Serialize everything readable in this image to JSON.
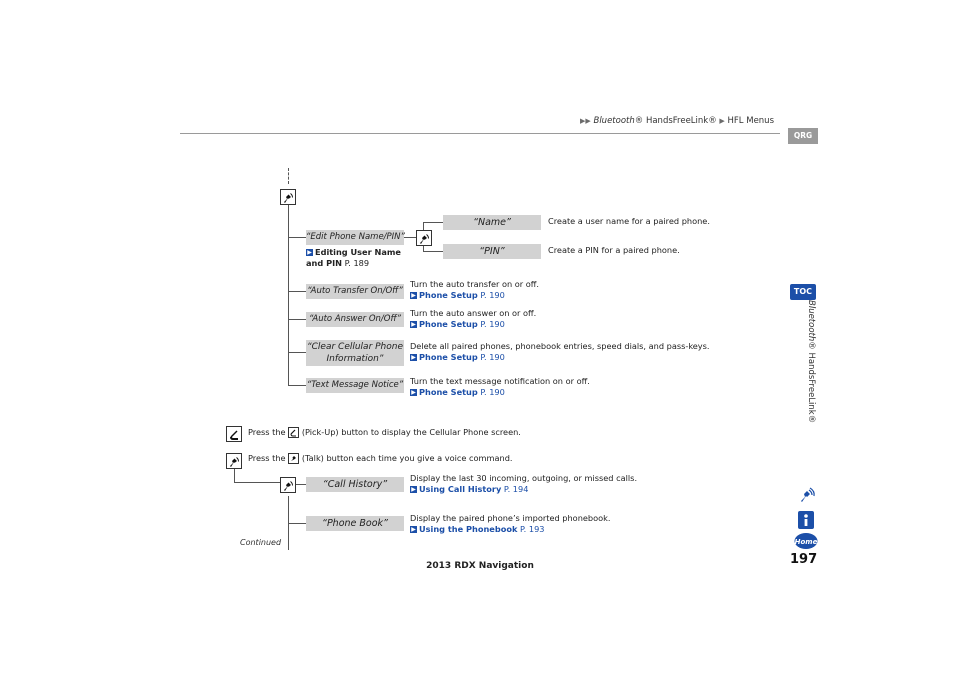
{
  "header": {
    "breadcrumb_part1": "Bluetooth",
    "breadcrumb_part2": "® HandsFreeLink®",
    "breadcrumb_part3": "HFL Menus"
  },
  "side": {
    "qrg": "QRG",
    "toc": "TOC",
    "section_label_italic": "Bluetooth",
    "section_label_rest": "® HandsFreeLink®"
  },
  "page_number": "197",
  "footer_title": "2013 RDX Navigation",
  "continued": "Continued",
  "menu": {
    "edit_phone_name": "“Edit Phone Name/PIN”",
    "edit_ref_line1": "Editing User Name",
    "edit_ref_line2": "and PIN",
    "edit_ref_page": "P. 189",
    "name": "“Name”",
    "name_desc": "Create a user name for a paired phone.",
    "pin": "“PIN”",
    "pin_desc": "Create a PIN for a paired phone.",
    "auto_transfer": "“Auto Transfer On/Off”",
    "auto_transfer_desc": "Turn the auto transfer on or off.",
    "auto_answer": "“Auto Answer On/Off”",
    "auto_answer_desc": "Turn the auto answer on or off.",
    "clear_line1": "“Clear Cellular Phone",
    "clear_line2": "Information”",
    "clear_desc": "Delete all paired phones, phonebook entries, speed dials, and pass-keys.",
    "text_msg": "“Text Message Notice”",
    "text_msg_desc": "Turn the text message notification on or off.",
    "phone_setup": "Phone Setup",
    "phone_setup_page": "P. 190"
  },
  "press": {
    "pickup_pre": "Press the",
    "pickup_post": "(Pick-Up) button to display the Cellular Phone screen.",
    "talk_pre": "Press the",
    "talk_post": "(Talk) button each time you give a voice command."
  },
  "voice": {
    "call_history": "“Call History”",
    "call_history_desc": "Display the last 30 incoming, outgoing, or missed calls.",
    "call_history_link": "Using Call History",
    "call_history_page": "P. 194",
    "phone_book": "“Phone Book”",
    "phone_book_desc": "Display the paired phone’s imported phonebook.",
    "phone_book_link": "Using the Phonebook",
    "phone_book_page": "P. 193"
  }
}
